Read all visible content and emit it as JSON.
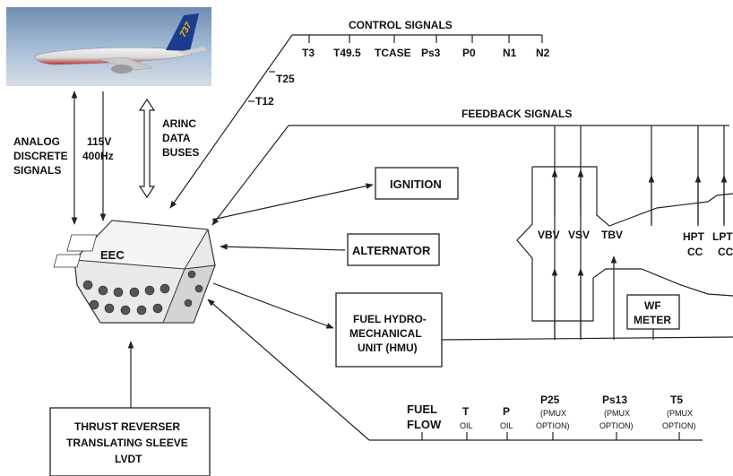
{
  "control_signals": {
    "title": "CONTROL SIGNALS",
    "items": [
      "T3",
      "T49.5",
      "TCASE",
      "Ps3",
      "P0",
      "N1",
      "N2"
    ],
    "t25": "T25",
    "t12": "T12"
  },
  "aircraft": {
    "tail_text": "737"
  },
  "left_labels": {
    "analog": [
      "ANALOG",
      "DISCRETE",
      "SIGNALS"
    ],
    "power": [
      "115V",
      "400Hz"
    ],
    "arinc": [
      "ARINC",
      "DATA",
      "BUSES"
    ]
  },
  "eec": {
    "label": "EEC"
  },
  "feedback": {
    "title": "FEEDBACK SIGNALS"
  },
  "boxes": {
    "ignition": "IGNITION",
    "alternator": "ALTERNATOR",
    "hmu": [
      "FUEL HYDRO-",
      "MECHANICAL",
      "UNIT (HMU)"
    ],
    "thrust_reverser": [
      "THRUST REVERSER",
      "TRANSLATING SLEEVE",
      "LVDT"
    ],
    "wf_meter": [
      "WF",
      "METER"
    ]
  },
  "engine": {
    "vbv": "VBV",
    "vsv": "VSV",
    "tbv": "TBV",
    "hpt": [
      "HPT",
      "CC"
    ],
    "lpt": [
      "LPT",
      "CC"
    ]
  },
  "bottom_signals": {
    "fuel_flow": [
      "FUEL",
      "FLOW"
    ],
    "t_oil": [
      "T",
      "OIL"
    ],
    "p_oil": [
      "P",
      "OIL"
    ],
    "p25": [
      "P25",
      "(PMUX",
      "OPTION)"
    ],
    "ps13": [
      "Ps13",
      "(PMUX",
      "OPTION)"
    ],
    "t5": [
      "T5",
      "(PMUX",
      "OPTION)"
    ]
  }
}
